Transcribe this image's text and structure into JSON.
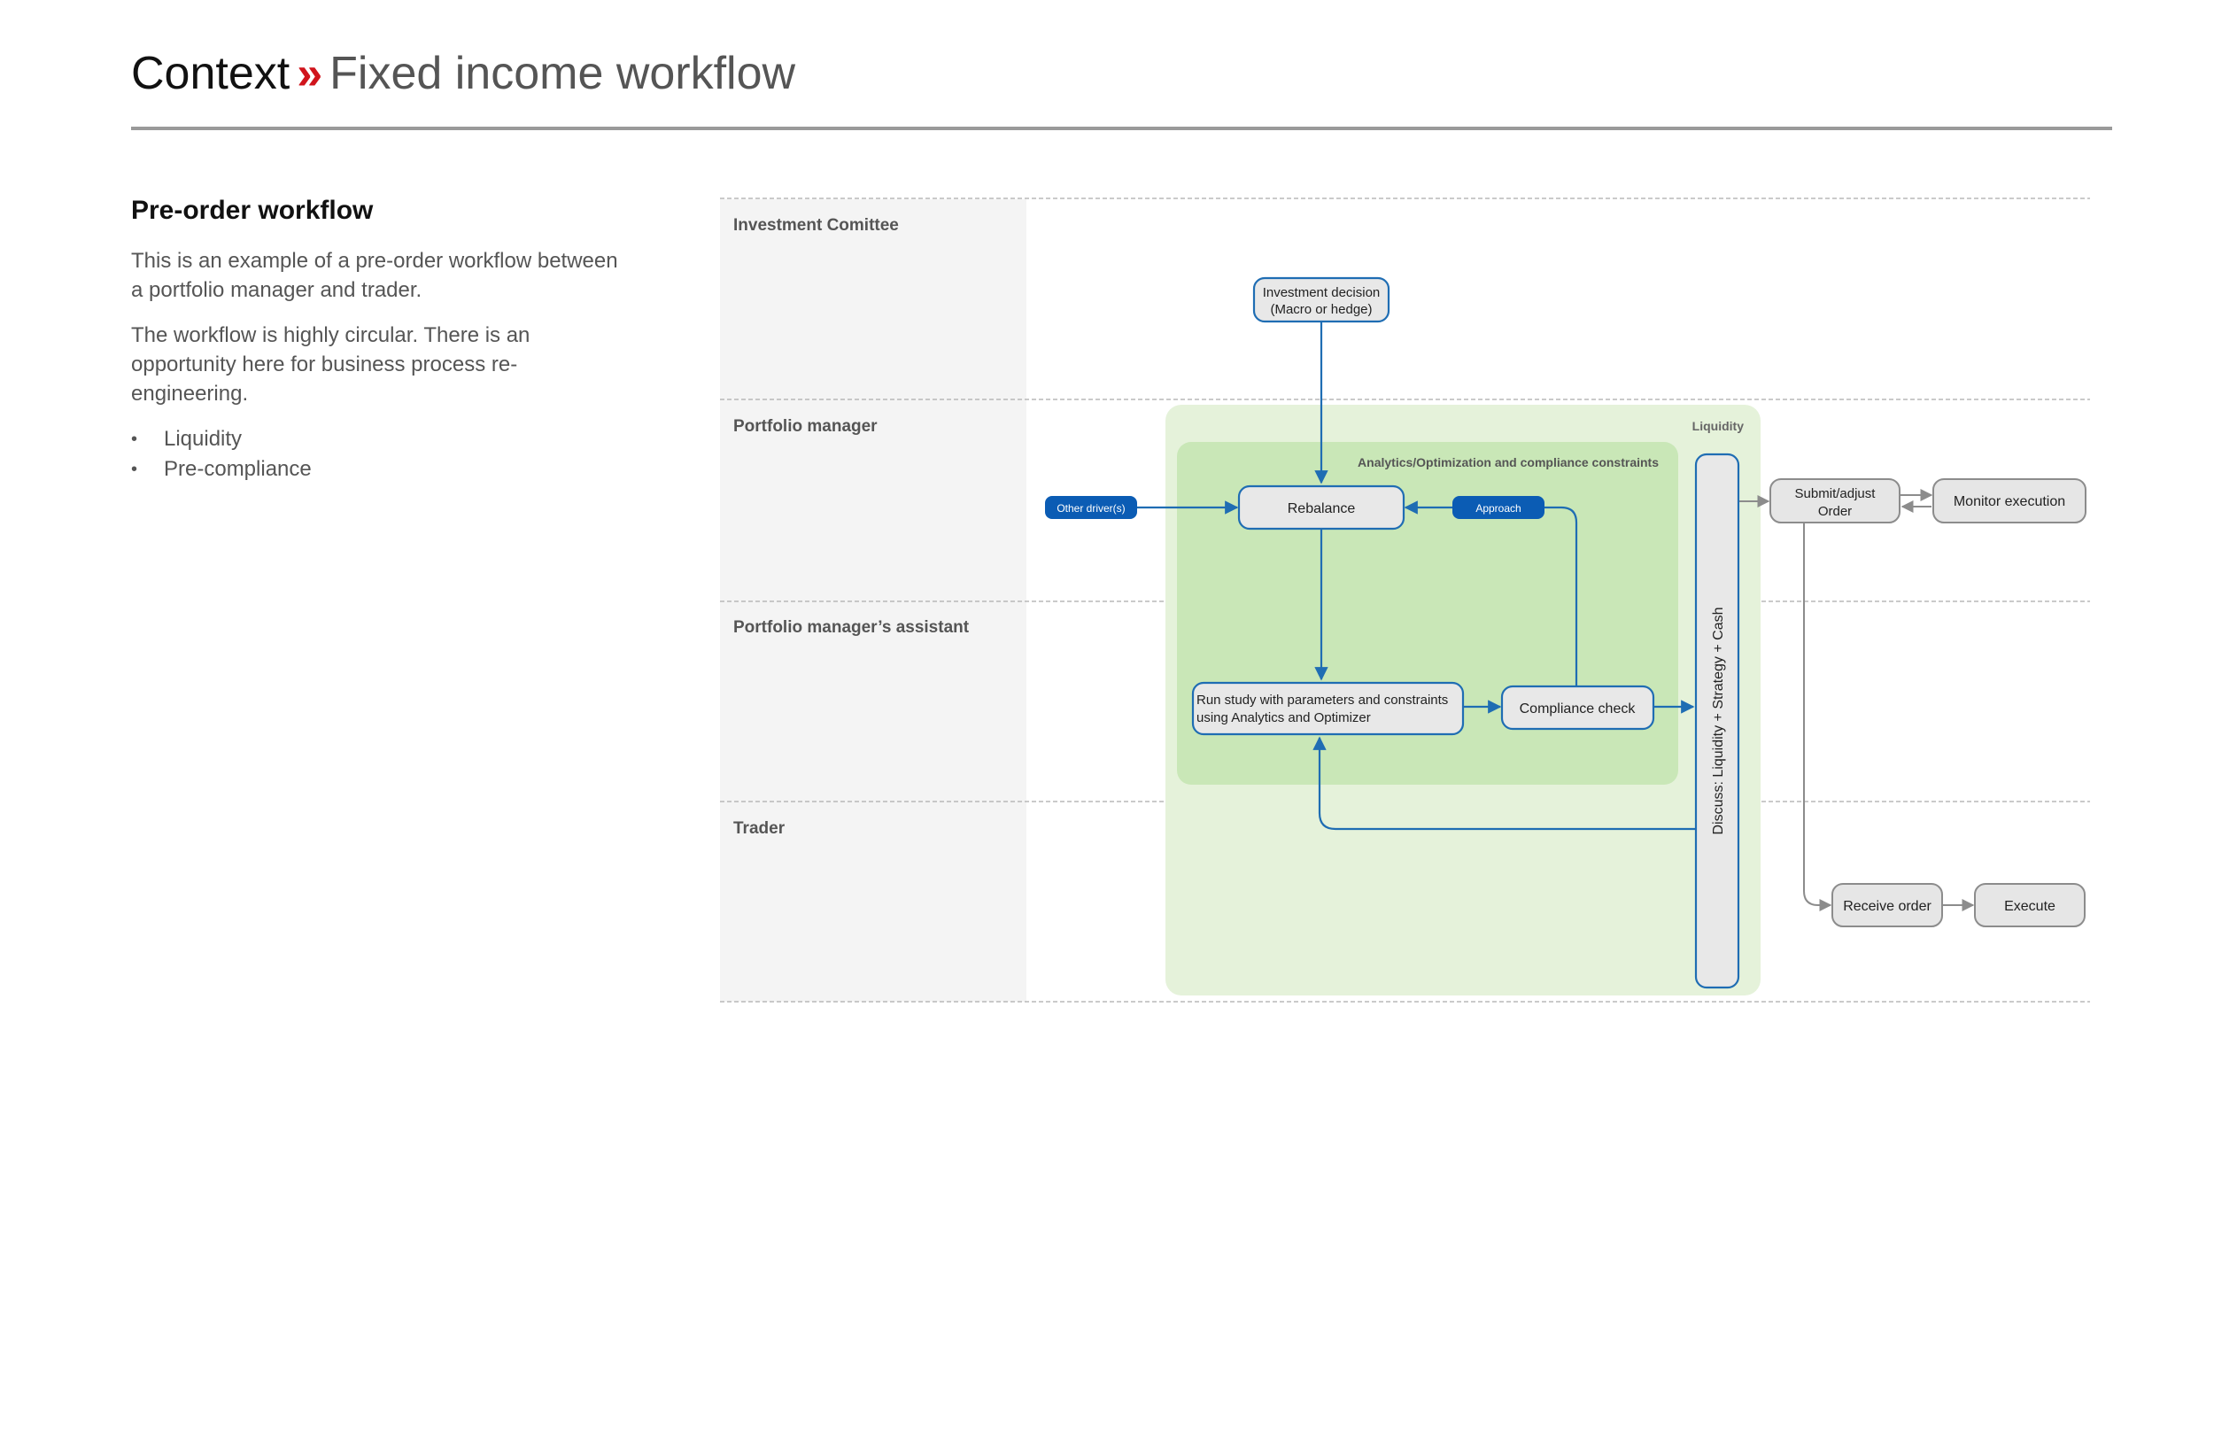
{
  "header": {
    "title_strong": "Context",
    "separator": "»",
    "title_light": "Fixed income workflow"
  },
  "intro": {
    "heading": "Pre-order workflow",
    "paragraph1": "This is an example of a pre-order workflow between a portfolio manager and trader.",
    "paragraph2": "The workflow is highly circular. There is an opportunity here for business process re-engineering.",
    "bullets": [
      "Liquidity",
      "Pre-compliance"
    ]
  },
  "diagram": {
    "lanes": [
      "Investment Comittee",
      "Portfolio manager",
      "Portfolio manager’s assistant",
      "Trader"
    ],
    "zones": {
      "liquidity": "Liquidity",
      "analytics": "Analytics/Optimization  and compliance constraints"
    },
    "nodes": {
      "investment_decision": [
        "Investment decision",
        "(Macro or hedge)"
      ],
      "rebalance": "Rebalance",
      "other_drivers": "Other driver(s)",
      "approach": "Approach",
      "run_study": [
        "Run study with parameters and constraints",
        "using Analytics and Optimizer"
      ],
      "compliance_check": "Compliance check",
      "discuss": "Discuss: Liquidity + Strategy + Cash",
      "submit_order": [
        "Submit/adjust",
        "Order"
      ],
      "monitor_execution": "Monitor execution",
      "receive_order": "Receive order",
      "execute": "Execute"
    },
    "colors": {
      "lane_label_bg": "#f4f4f4",
      "liquidity_zone": "#e5f2da",
      "analytics_zone": "#c9e7b7",
      "blue_flow": "#1f6db3",
      "blue_tag": "#0b5cb4",
      "gray_node": "#e6e6e6",
      "gray_flow": "#8c8c8c",
      "accent_red": "#d0141c"
    }
  }
}
